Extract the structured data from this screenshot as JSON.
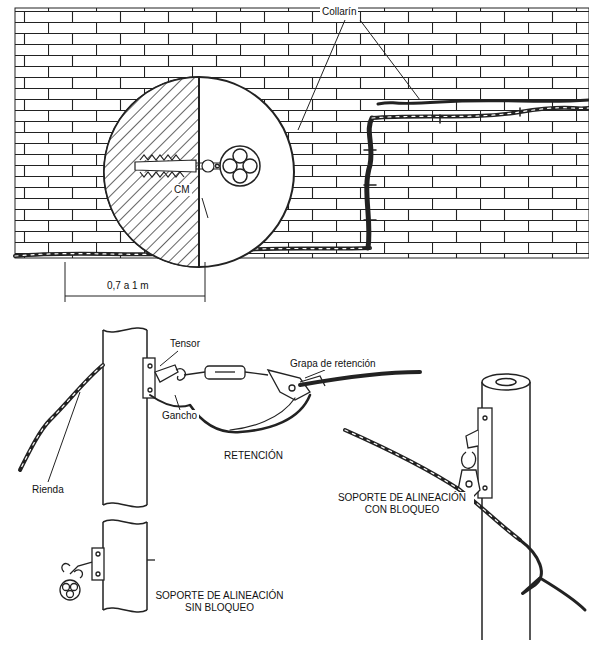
{
  "diagram": {
    "labels": [
      "Collarín",
      "CM",
      "0,7 a 1 m",
      "Tensor",
      "Grapa de retención",
      "Gancho",
      "RETENCIÓN",
      "Rienda",
      "SOPORTE DE ALINEACIÓN CON BLOQUEO",
      "SOPORTE DE ALINEACIÓN SIN BLOQUEO"
    ]
  }
}
